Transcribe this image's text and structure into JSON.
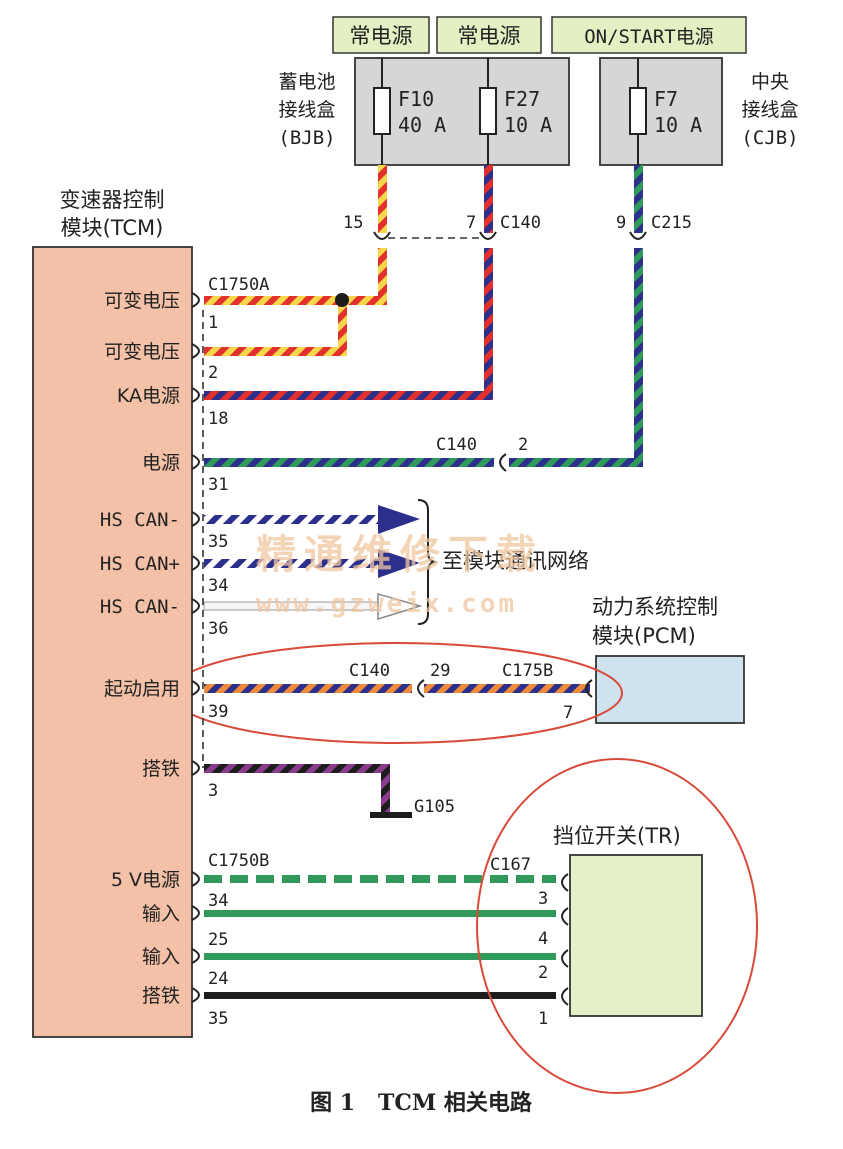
{
  "power_labels": {
    "const1": "常电源",
    "const2": "常电源",
    "onstart": "ON/START电源"
  },
  "bjb": {
    "name_l1": "蓄电池",
    "name_l2": "接线盒",
    "name_l3": "(BJB)"
  },
  "cjb": {
    "name_l1": "中央",
    "name_l2": "接线盒",
    "name_l3": "(CJB)"
  },
  "fuses": {
    "f10_name": "F10",
    "f10_amp": "40 A",
    "f27_name": "F27",
    "f27_amp": "10 A",
    "f7_name": "F7",
    "f7_amp": "10 A"
  },
  "connectors": {
    "c140_pin15": "15",
    "c140_pin7": "7",
    "c140_label": "C140",
    "c215_pin9": "9",
    "c215_label": "C215",
    "c1750a": "C1750A",
    "c140_mid_label": "C140",
    "c140_mid_pin": "2",
    "c140_start_label": "C140",
    "c140_start_pin": "29",
    "c175b_label": "C175B",
    "c175b_pin": "7",
    "c1750b": "C1750B",
    "c167": "C167"
  },
  "tcm": {
    "title_l1": "变速器控制",
    "title_l2": "模块(TCM)",
    "pins": [
      {
        "name": "可变电压",
        "num": "1"
      },
      {
        "name": "可变电压",
        "num": "2"
      },
      {
        "name": "KA电源",
        "num": "18"
      },
      {
        "name": "电源",
        "num": "31"
      },
      {
        "name": "HS CAN-",
        "num": "35"
      },
      {
        "name": "HS CAN+",
        "num": "34"
      },
      {
        "name": "HS CAN-",
        "num": "36"
      },
      {
        "name": "起动启用",
        "num": "39"
      },
      {
        "name": "搭铁",
        "num": "3"
      },
      {
        "name": "5 V电源",
        "num": "34"
      },
      {
        "name": "输入",
        "num": "25"
      },
      {
        "name": "输入",
        "num": "24"
      },
      {
        "name": "搭铁",
        "num": "35"
      }
    ]
  },
  "network_label": "至模块通讯网络",
  "pcm": {
    "title_l1": "动力系统控制",
    "title_l2": "模块(PCM)"
  },
  "ground": {
    "label": "G105"
  },
  "tr": {
    "title": "挡位开关(TR)",
    "pins": [
      "3",
      "4",
      "2",
      "1"
    ]
  },
  "watermark": {
    "cn": "精通维修下载",
    "url": "www.gzweix.com"
  },
  "caption": "图 1   TCM 相关电路",
  "colors": {
    "tcm_fill": "#f3c2a8",
    "fusebox_fill": "#d6d6d6",
    "label_box": "#e4efc4",
    "pcm_fill": "#cfe3ee",
    "tr_fill": "#e5f0c8",
    "red": "#e2302c",
    "yellow": "#f6d64a",
    "blue": "#2d2f8c",
    "green": "#2f9a5a",
    "orange": "#ef8a3a",
    "purple": "#8a3c8c",
    "black": "#1d1d1d",
    "ellipse": "#d94a3a"
  }
}
